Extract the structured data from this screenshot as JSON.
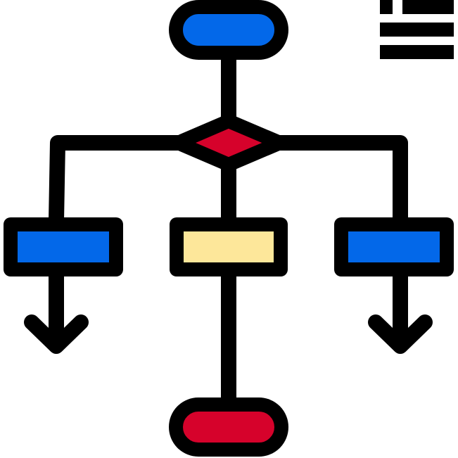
{
  "diagram": {
    "type": "flowchart-icon",
    "nodes": [
      {
        "id": "start",
        "shape": "terminator",
        "fill_role": "blue"
      },
      {
        "id": "decision",
        "shape": "diamond",
        "fill_role": "red"
      },
      {
        "id": "process-left",
        "shape": "process",
        "fill_role": "blue"
      },
      {
        "id": "process-center",
        "shape": "process",
        "fill_role": "yellow"
      },
      {
        "id": "process-right",
        "shape": "process",
        "fill_role": "blue"
      },
      {
        "id": "end",
        "shape": "terminator",
        "fill_role": "red"
      }
    ],
    "edges": [
      {
        "from": "start",
        "to": "decision"
      },
      {
        "from": "decision",
        "to": "process-left"
      },
      {
        "from": "decision",
        "to": "process-center"
      },
      {
        "from": "decision",
        "to": "process-right"
      },
      {
        "from": "process-center",
        "to": "end"
      },
      {
        "from": "process-left",
        "to": "offscreen",
        "arrow": true
      },
      {
        "from": "process-right",
        "to": "offscreen",
        "arrow": true
      }
    ],
    "menu_icon": "hamburger-menu-icon"
  },
  "colors": {
    "blue": "#0368E9",
    "red": "#D6022B",
    "yellow": "#FDE79A",
    "stroke": "#000000",
    "background": "#FFFFFF"
  }
}
